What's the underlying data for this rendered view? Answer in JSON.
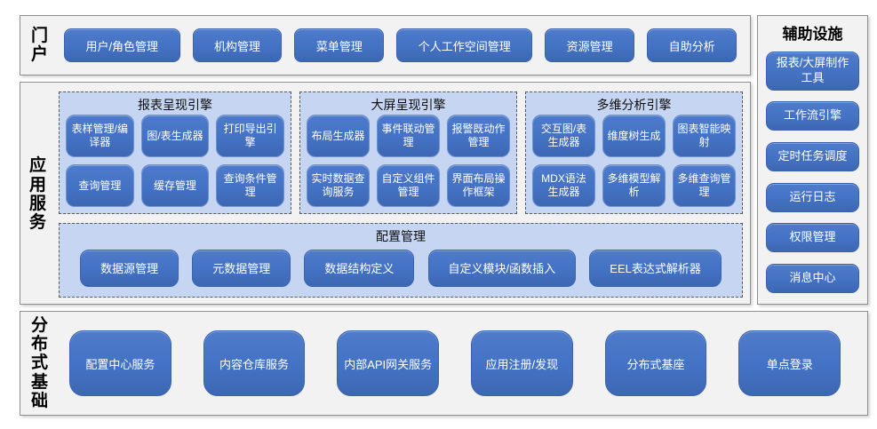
{
  "colors": {
    "button_blue": "#4472c4",
    "panel_light_blue": "#c6d6f2",
    "box_gray": "#f2f2f2",
    "dashed_border": "#595959",
    "button_text": "#ffffff"
  },
  "portal": {
    "label": "门户",
    "items": [
      "用户/角色管理",
      "机构管理",
      "菜单管理",
      "个人工作空间管理",
      "资源管理",
      "自助分析"
    ]
  },
  "app_services": {
    "label": "应用服务",
    "engines": [
      {
        "title": "报表呈现引擎",
        "items": [
          "表样管理/编译器",
          "图/表生成器",
          "打印导出引擎",
          "查询管理",
          "缓存管理",
          "查询条件管理"
        ]
      },
      {
        "title": "大屏呈现引擎",
        "items": [
          "布局生成器",
          "事件联动管理",
          "报警既动作管理",
          "实时数据查询服务",
          "自定义组件管理",
          "界面布局操作框架"
        ]
      },
      {
        "title": "多维分析引擎",
        "items": [
          "交互图/表生成器",
          "维度树生成",
          "图表智能映射",
          "MDX语法生成器",
          "多维模型解析",
          "多维查询管理"
        ]
      }
    ],
    "config": {
      "title": "配置管理",
      "items": [
        "数据源管理",
        "元数据管理",
        "数据结构定义",
        "自定义模块/函数插入",
        "EEL表达式解析器"
      ]
    }
  },
  "auxiliary": {
    "title": "辅助设施",
    "items": [
      "报表/大屏制作工具",
      "工作流引擎",
      "定时任务调度",
      "运行日志",
      "权限管理",
      "消息中心"
    ]
  },
  "foundation": {
    "label": "分布式基础",
    "items": [
      "配置中心服务",
      "内容仓库服务",
      "内部API网关服务",
      "应用注册/发现",
      "分布式基座",
      "单点登录"
    ]
  }
}
